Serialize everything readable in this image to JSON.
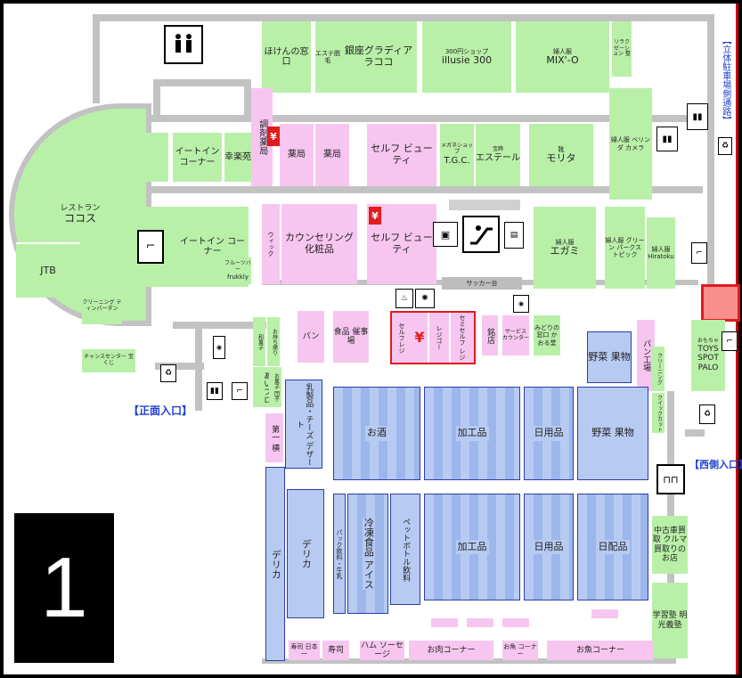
{
  "entrances": {
    "front": "【正面入口】",
    "west": "【西側入口】",
    "parking": "【立体駐車場側通路】"
  },
  "floor_number": "1",
  "stores": {
    "hoken": "ほけんの窓口",
    "esute": "エステ脱毛",
    "ginza": "銀座グラディア ラココ",
    "illusie_small": "300円ショップ",
    "illusie": "illusie 300",
    "mix_small": "婦人服",
    "mix": "MIX'-O",
    "relax": "リラクゼーション 整",
    "eatin1": "イートイン コーナー",
    "kouraku": "幸楽苑",
    "chouzai": "調剤薬局",
    "yakkyoku1": "薬局",
    "yakkyoku2": "薬局",
    "selfbeauty1": "セルフ ビューティ",
    "megane_small": "メガネショップ",
    "tgc": "T.G.C.",
    "hoseki_small": "宝飾",
    "esteel": "エステール",
    "morita_small": "靴",
    "morita": "モリタ",
    "bellissima": "婦人服 ベリンダ カメラ",
    "restaurant_small": "レストラン",
    "cocos": "ココス",
    "eatin2": "イートイン コーナー",
    "frukkly_small": "フルーツバー",
    "frukkly": "frukkly",
    "quick": "ウィック",
    "counseling": "カウンセリング 化粧品",
    "selfbeauty2": "セルフ ビューティ",
    "soccer": "サッカー台",
    "egami_small": "婦人服",
    "egami": "エガミ",
    "greenparks": "婦人服 グリーン パークス トピック",
    "hiratoku": "婦人服 Hiratoku",
    "jtb": "JTB",
    "dryclean": "クリーニング ティンバーダン",
    "chancecenter": "チャンスセンター 宝くじ",
    "kashi": "和菓子",
    "omochi": "お持ち帰り",
    "aipro": "あいプロ",
    "dango": "お菓子 団子",
    "pan": "パン",
    "shokuhin": "食品 催事場",
    "selfregi": "セルフレジ",
    "regi": "レジゴー",
    "semiself": "セミセルフ レジ",
    "meiten": "銘店",
    "service": "サービス カウンター",
    "kaorudo": "みどりの窓口 かおる堂",
    "panko": "パン工場",
    "yasai1": "野菜 果物",
    "toys": "TOYS SPOT PALO",
    "toys_small": "おもちゃ",
    "cleaning": "クリーニング",
    "quickcut": "クイックカット",
    "dairy": "乳製品・チーズ デザート",
    "osake": "お酒",
    "kakou1": "加工品",
    "nichiyou1": "日用品",
    "yasai2": "野菜 果物",
    "dai1": "第一 横",
    "delica1": "デリカ",
    "delica2": "デリカ",
    "pack": "パック飲料・牛乳",
    "reitou": "冷凍食品 アイス",
    "pet": "ペットボトル飲料",
    "kakou2": "加工品",
    "nichiyou2": "日用品",
    "nichihai": "日配品",
    "kuruma": "中古車買取 クルマ 買取りの お店",
    "meiko": "学習塾 明光義塾",
    "nihon1": "寿司 日本一",
    "sushi": "寿司",
    "ham": "ハム ソーセージ",
    "niku": "お肉コーナー",
    "sakana_small": "お魚 コーナー",
    "sakana": "お魚コーナー"
  },
  "icons": [
    "restroom-icon",
    "escalator-icon",
    "elevator-icon",
    "stairs-icon",
    "atm-icon",
    "nursery-icon",
    "recycle-icon",
    "vending-icon",
    "smoking-icon"
  ],
  "colors": {
    "green": "#b9f0a8",
    "pink": "#f7c6f0",
    "blue": "#b7cbf2",
    "wall": "#c2c2c2",
    "accent_red": "#e21b1b",
    "entrance_blue": "#1f3fd0"
  }
}
